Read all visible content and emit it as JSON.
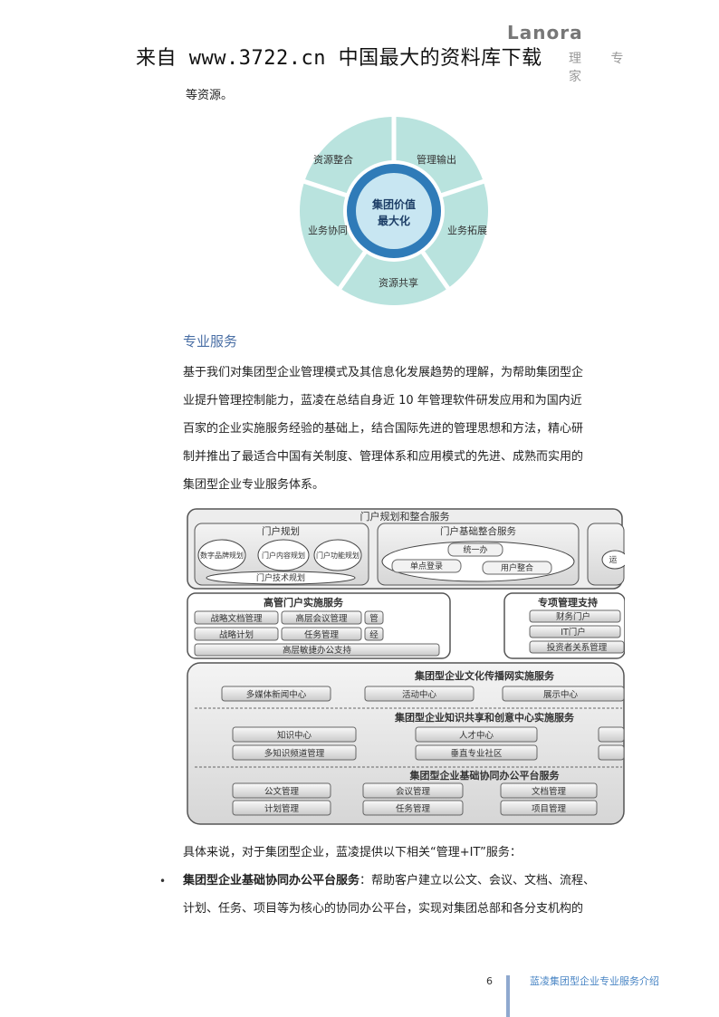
{
  "banner": "来自 www.3722.cn 中国最大的资料库下载",
  "logo": {
    "text": "Lanora",
    "sub": "理 专 家"
  },
  "intro_tail": "等资源。",
  "wheel": {
    "center": [
      "集团价值",
      "最大化"
    ],
    "segments": [
      "资源整合",
      "管理输出",
      "业务拓展",
      "资源共享",
      "业务协同"
    ]
  },
  "section_title": "专业服务",
  "paragraph_lines": [
    "基于我们对集团型企业管理模式及其信息化发展趋势的理解，为帮助集团型企",
    "业提升管理控制能力，蓝凌在总结自身近 10 年管理软件研发应用和为国内近",
    "百家的企业实施服务经验的基础上，结合国际先进的管理思想和方法，精心研",
    "制并推出了最适合中国有关制度、管理体系和应用模式的先进、成熟而实用的",
    "集团型企业专业服务体系。"
  ],
  "diagram": {
    "top_title": "门户规划和整合服务",
    "portal_plan": {
      "title": "门户规划",
      "circles": [
        "数字品牌规划",
        "门户内容规划",
        "门户功能规划"
      ],
      "bottom": "门户技术规划"
    },
    "portal_base": {
      "title": "门户基础整合服务",
      "items": [
        "统一办",
        "单点登录",
        "用户整合"
      ]
    },
    "portal_right": "运",
    "exec": {
      "title": "高管门户实施服务",
      "rows": [
        [
          "战略文档管理",
          "高层会议管理",
          "管"
        ],
        [
          "战略计划",
          "任务管理",
          "经"
        ]
      ],
      "bottom": "高层敏捷办公支持"
    },
    "special": {
      "title": "专项管理支持",
      "items": [
        "财务门户",
        "IT门户",
        "投资者关系管理"
      ]
    },
    "culture": {
      "title": "集团型企业文化传播网实施服务",
      "items": [
        "多媒体新闻中心",
        "活动中心",
        "展示中心"
      ]
    },
    "knowledge": {
      "title": "集团型企业知识共享和创意中心实施服务",
      "rows": [
        [
          "知识中心",
          "人才中心"
        ],
        [
          "多知识频道管理",
          "垂直专业社区"
        ]
      ]
    },
    "collab": {
      "title": "集团型企业基础协同办公平台服务",
      "rows": [
        [
          "公文管理",
          "会议管理",
          "文档管理"
        ],
        [
          "计划管理",
          "任务管理",
          "项目管理"
        ]
      ]
    }
  },
  "specific_intro": "具体来说，对于集团型企业，蓝凌提供以下相关“管理+IT”服务：",
  "bullet": {
    "symbol": "•",
    "label": "集团型企业基础协同办公平台服务",
    "text_line1": "：帮助客户建立以公文、会议、文档、流程、",
    "text_line2": "计划、任务、项目等为核心的协同办公平台，实现对集团总部和各分支机构的"
  },
  "footer": {
    "page": "6",
    "title": "蓝凌集团型企业专业服务介绍"
  },
  "colors": {
    "wheel_outer": "#b9e3de",
    "wheel_center": "#3f86bf",
    "accent": "#4a6fa5",
    "footer": "#4a86c5"
  }
}
